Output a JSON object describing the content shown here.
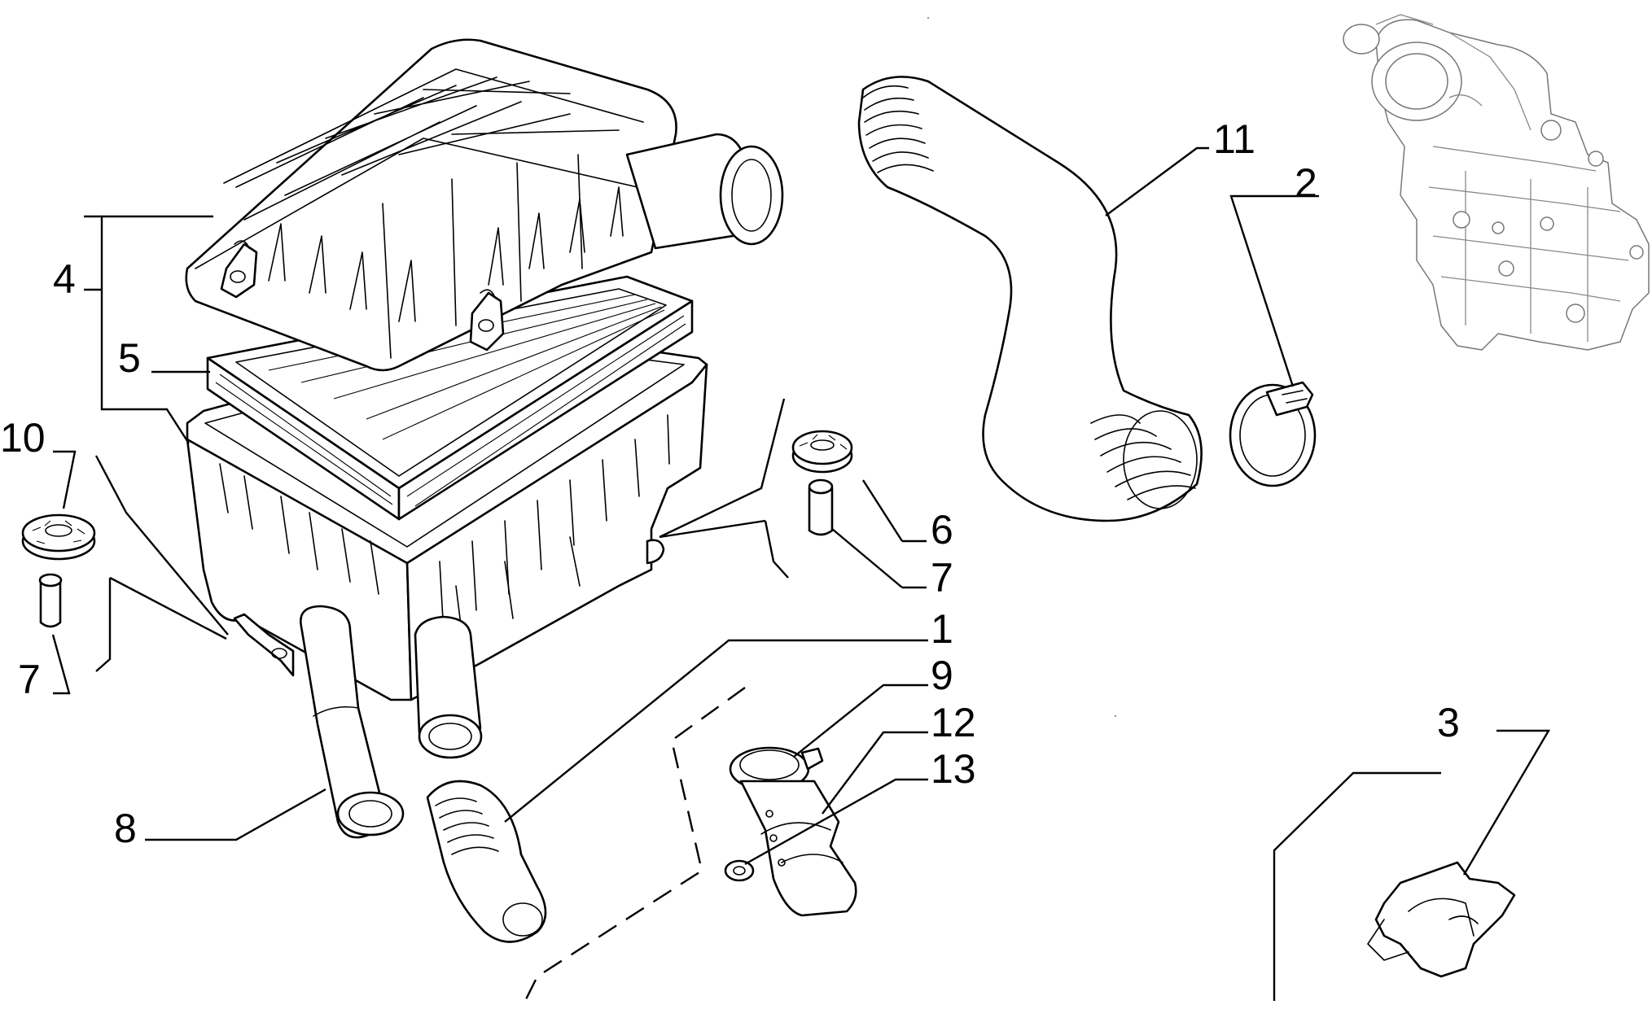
{
  "diagram": {
    "callouts": [
      {
        "id": "c4",
        "text": "4"
      },
      {
        "id": "c5",
        "text": "5"
      },
      {
        "id": "c10",
        "text": "10"
      },
      {
        "id": "c7a",
        "text": "7"
      },
      {
        "id": "c8",
        "text": "8"
      },
      {
        "id": "c6",
        "text": "6"
      },
      {
        "id": "c7b",
        "text": "7"
      },
      {
        "id": "c1",
        "text": "1"
      },
      {
        "id": "c9",
        "text": "9"
      },
      {
        "id": "c12",
        "text": "12"
      },
      {
        "id": "c13",
        "text": "13"
      },
      {
        "id": "c11",
        "text": "11"
      },
      {
        "id": "c2",
        "text": "2"
      },
      {
        "id": "c3",
        "text": "3"
      }
    ]
  }
}
